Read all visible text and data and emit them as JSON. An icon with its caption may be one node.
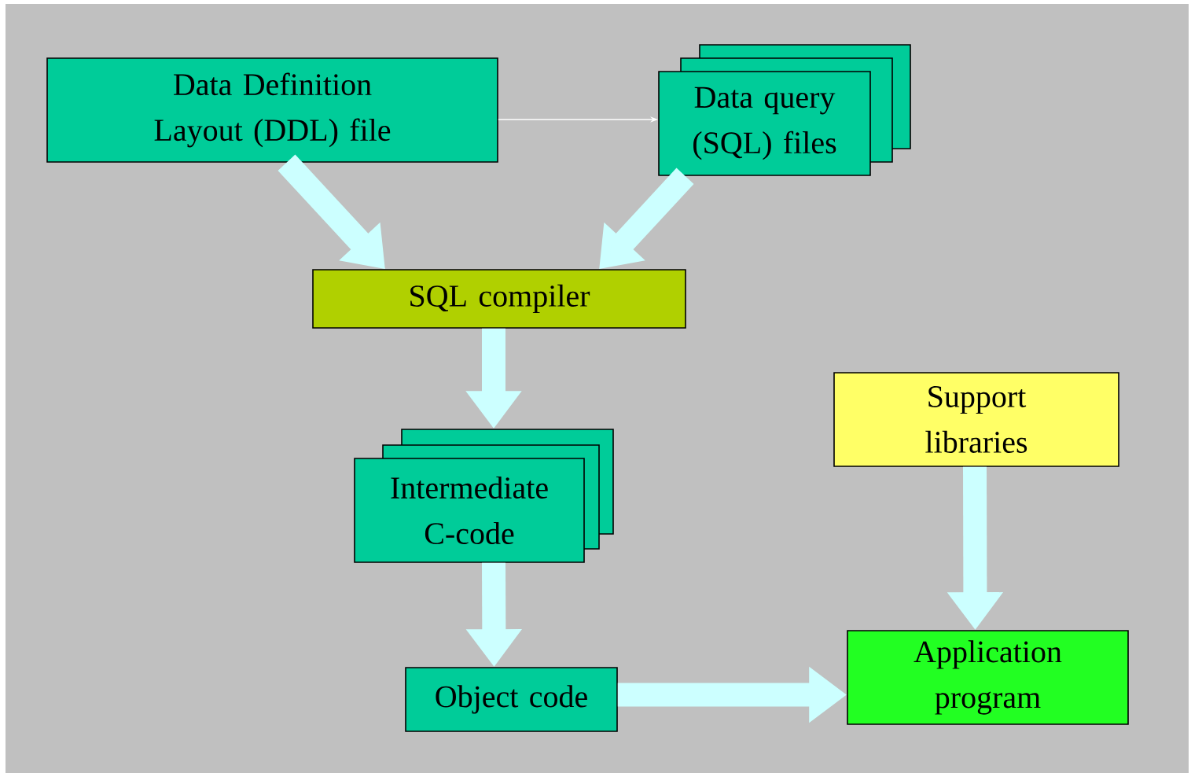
{
  "diagram": {
    "nodes": [
      {
        "text": [
          "Data Definition Layout (DDL) file"
        ]
      },
      {
        "text": [
          "Data query (SQL) files"
        ]
      },
      {
        "text": [
          "SQL compiler"
        ]
      },
      {
        "text": [
          "Intermediate C-code"
        ]
      },
      {
        "text": [
          "Object code"
        ]
      },
      {
        "text": [
          "Support libraries"
        ]
      },
      {
        "text": [
          "Application program"
        ]
      }
    ],
    "edges": [
      {
        "from": 0,
        "to": 1,
        "arrow": "to",
        "color": "#ffffff"
      },
      {
        "from": 0,
        "to": 2,
        "arrow": "to"
      },
      {
        "from": 1,
        "to": 2,
        "arrow": "to"
      },
      {
        "from": 2,
        "to": 3,
        "arrow": "to"
      },
      {
        "from": 3,
        "to": 4,
        "arrow": "to"
      },
      {
        "from": 4,
        "to": 6,
        "arrow": "to"
      },
      {
        "from": 5,
        "to": 6,
        "arrow": "to"
      }
    ]
  }
}
